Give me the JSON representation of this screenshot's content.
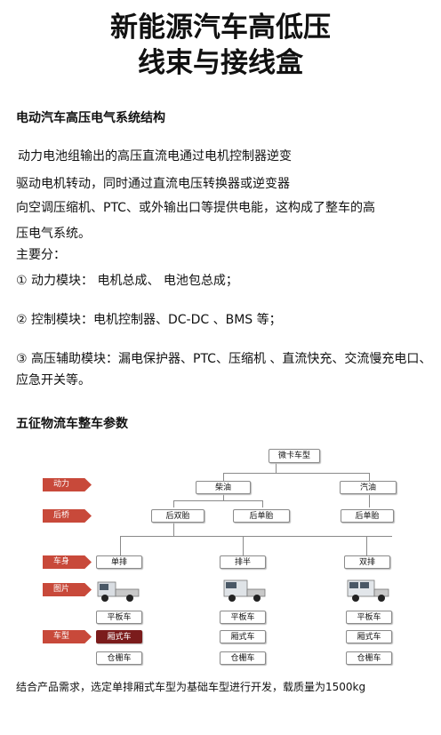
{
  "doc": {
    "title_line1": "新能源汽车高低压",
    "title_line2": "线束与接线盒",
    "section1_heading": "电动汽车高压电气系统结构",
    "para1_line1": "动力电池组输出的高压直流电通过电机控制器逆变",
    "para1_line2": "驱动电机转动，同时通过直流电压转换器或逆变器",
    "para1_line3": "向空调压缩机、PTC、或外输出口等提供电能，这构成了整车的高",
    "para1_line4": "压电气系统。",
    "main_parts_label": "主要分：",
    "item1": "① 动力模块： 电机总成、 电池包总成；",
    "item2": "② 控制模块：电机控制器、DC-DC 、BMS 等；",
    "item3": "③ 高压辅助模块：漏电保护器、PTC、压缩机 、直流快充、交流慢充电口、应急开关等。",
    "section2_heading": "五征物流车整车参数",
    "footer": "结合产品需求，选定单排厢式车型为基础车型进行开发，载质量为1500kg"
  },
  "diagram": {
    "tags": [
      "动力",
      "后桥",
      "车身",
      "图片",
      "车型"
    ],
    "root": "微卡车型",
    "power": [
      "柴油",
      "汽油"
    ],
    "axle": [
      "后双胎",
      "后单胎",
      "后单胎"
    ],
    "body": [
      "单排",
      "排半",
      "双排"
    ],
    "models": {
      "col1": [
        "平板车",
        "厢式车",
        "仓栅车"
      ],
      "col2": [
        "平板车",
        "厢式车",
        "仓栅车"
      ],
      "col3": [
        "平板车",
        "厢式车",
        "仓栅车"
      ]
    },
    "selected_color": "#7b1c1c",
    "tag_color": "#c8493a"
  }
}
